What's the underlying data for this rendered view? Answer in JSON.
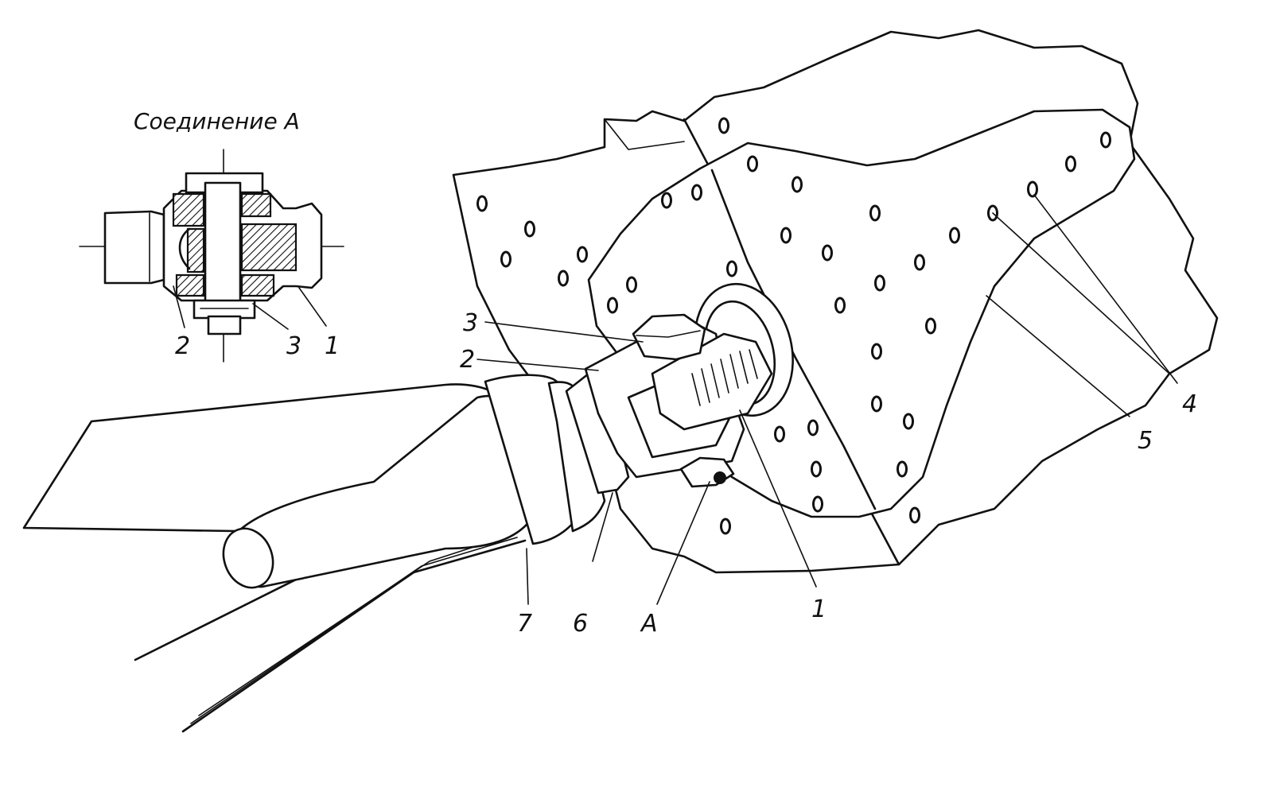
{
  "detail": {
    "title": "Соединение А",
    "callouts": [
      "2",
      "3",
      "1"
    ]
  },
  "main": {
    "callouts": [
      "3",
      "2",
      "4",
      "5",
      "7",
      "6",
      "А",
      "1"
    ]
  },
  "colors": {
    "ink": "#111111",
    "paper": "#ffffff"
  }
}
